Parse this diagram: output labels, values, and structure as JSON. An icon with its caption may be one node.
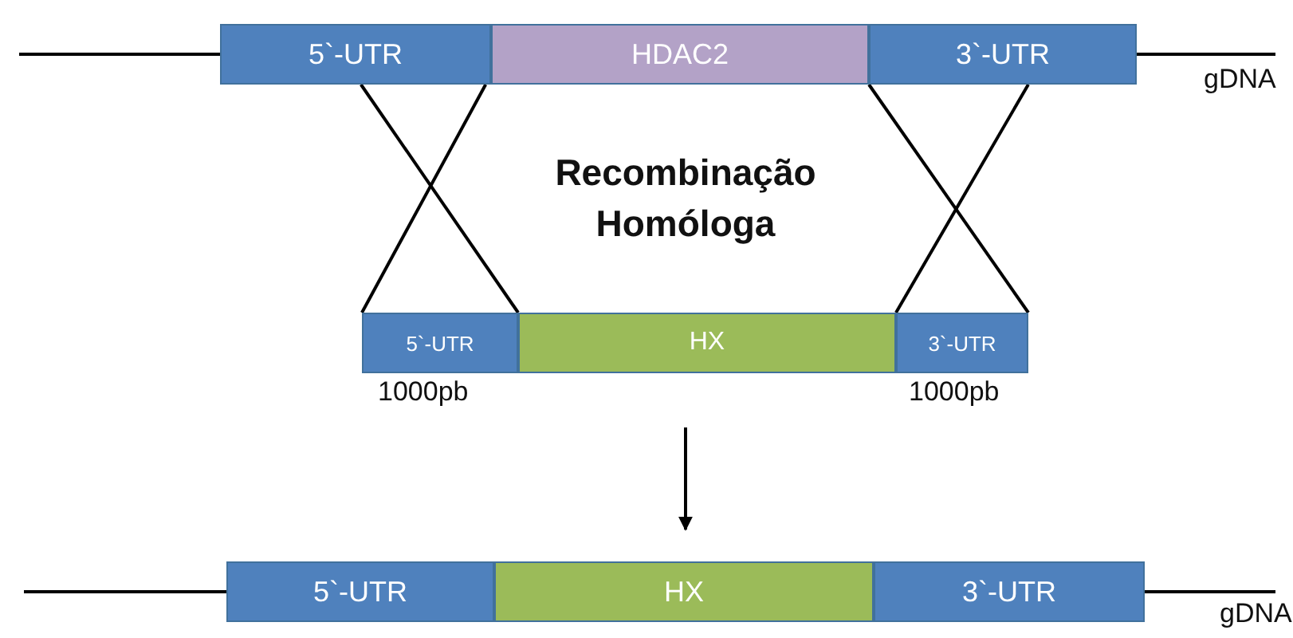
{
  "diagram": {
    "nodes": [
      {
        "text": [
          "5`-UTR"
        ]
      },
      {
        "text": [
          "HDAC2"
        ]
      },
      {
        "text": [
          "3`-UTR"
        ]
      },
      {
        "text": [
          "5`-UTR"
        ],
        "beside": [
          "1000pb"
        ]
      },
      {
        "text": [
          "HX"
        ]
      },
      {
        "text": [
          "3`-UTR"
        ],
        "beside": [
          "1000pb"
        ]
      },
      {
        "text": [
          "5`-UTR"
        ]
      },
      {
        "text": [
          "HX"
        ]
      },
      {
        "text": [
          "3`-UTR"
        ]
      }
    ],
    "edges": [
      {
        "from": 0,
        "to": 3,
        "arrow": "none"
      },
      {
        "from": 0,
        "to": 3,
        "arrow": "none"
      },
      {
        "from": 2,
        "to": 5,
        "arrow": "none"
      },
      {
        "from": 2,
        "to": 5,
        "arrow": "none"
      },
      {
        "from": 4,
        "to": 7,
        "arrow": "to"
      }
    ],
    "labels": [
      "gDNA",
      "Recombinação Homóloga",
      "gDNA"
    ]
  }
}
